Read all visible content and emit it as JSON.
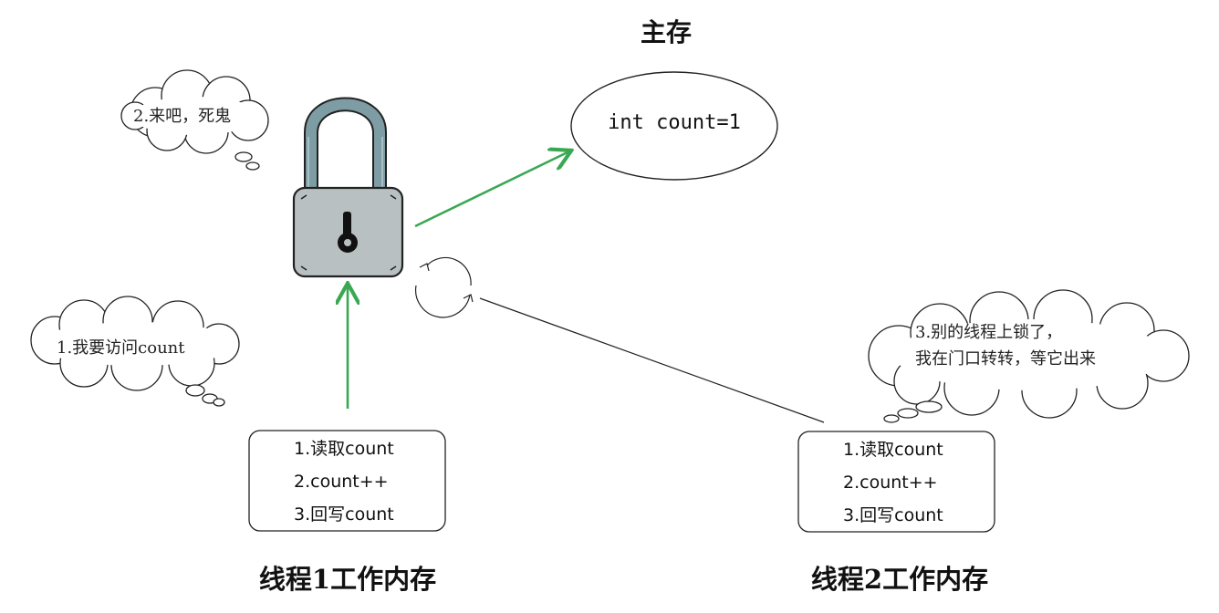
{
  "main_memory": {
    "title": "主存",
    "variable": "int count=1"
  },
  "thoughts": {
    "step1": "1.我要访问count",
    "step2": "2.来吧，死鬼",
    "step3_line1": "3.别的线程上锁了，",
    "step3_line2": "我在门口转转，等它出来"
  },
  "thread1": {
    "label": "线程1工作内存",
    "steps": [
      "1.读取count",
      "2.count++",
      "3.回写count"
    ]
  },
  "thread2": {
    "label": "线程2工作内存",
    "steps": [
      "1.读取count",
      "2.count++",
      "3.回写count"
    ]
  },
  "icons": [
    "padlock-icon",
    "waiting-loop-icon",
    "thought-cloud-icon"
  ],
  "colors": {
    "arrow_green": "#3aa853",
    "lock_body": "#b9c0c2",
    "lock_shackle": "#7d9ca3",
    "outline": "#222222"
  }
}
